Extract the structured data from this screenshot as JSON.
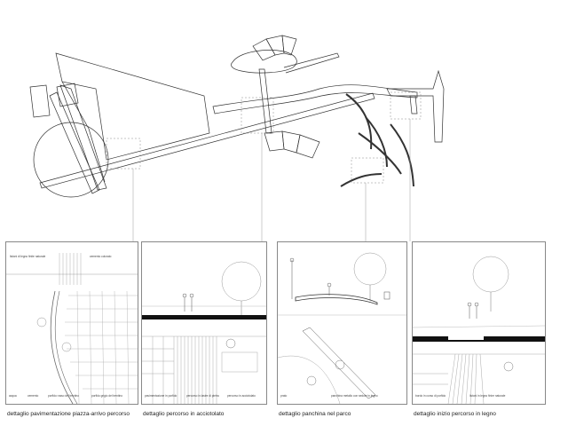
{
  "captions": [
    "dettaglio pavimentazione piazza-arrivo percorso",
    "dettaglio  percorso in acciotolato",
    "dettaglio panchina nel parco",
    "dettaglio inizio percorso in legno"
  ],
  "panel1": {
    "note_left": "listoni di legno finite naturale",
    "note_right": "cemento colorato",
    "bottom_labels": [
      "acqua",
      "cemento",
      "porfido rosso del trentino",
      "porfido grigio del trentino"
    ]
  },
  "panel2": {
    "bottom_labels": [
      "pavimentazione in porfido",
      "percorso in lastre di pietra",
      "percorso in acciotolato"
    ]
  },
  "panel3": {
    "bottom_labels": [
      "prato",
      "panchina metallo con sedute in legno"
    ]
  },
  "panel4": {
    "bottom_labels": [
      "bordo in corso di porfido",
      "listoni in legno finire naturale"
    ]
  }
}
